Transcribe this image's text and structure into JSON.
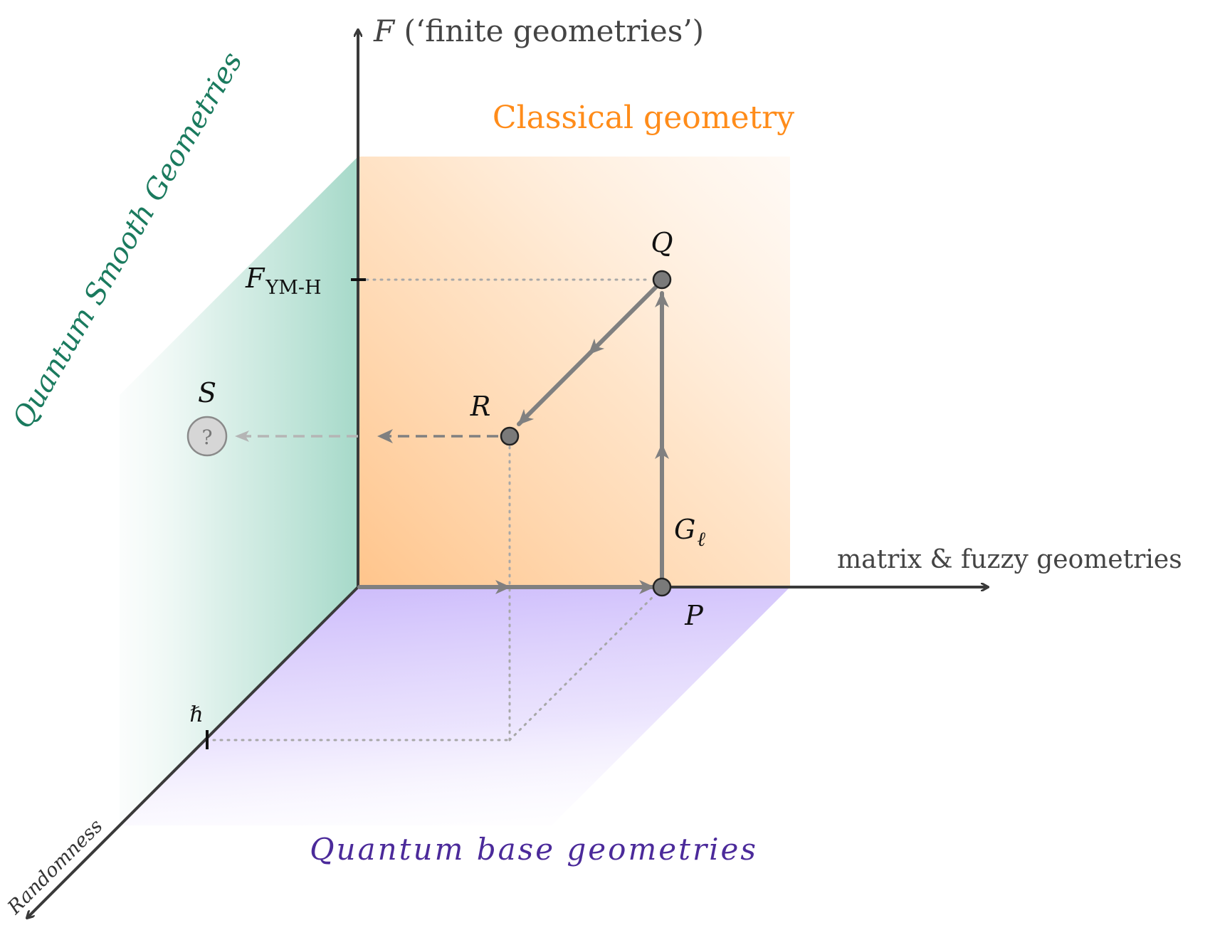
{
  "axes": {
    "vertical_label_var": "F",
    "vertical_label_text": " (‘finite geometries’)",
    "horizontal_label": "matrix & fuzzy geometries",
    "depth_label": "Randomness"
  },
  "regions": {
    "classical": "Classical geometry",
    "smooth": "Quantum Smooth Geometries",
    "base": "Quantum base geometries"
  },
  "ticks": {
    "f_ymh_var": "F",
    "f_ymh_sub": "YM-H",
    "hbar": "ℏ"
  },
  "points": {
    "P": "P",
    "Q": "Q",
    "R": "R",
    "S": "S",
    "S_mark": "?"
  },
  "edge_labels": {
    "G_var": "G",
    "G_sub": "ℓ"
  },
  "colors": {
    "axis": "#3a3a3a",
    "arrow": "#808080",
    "classical": "#ff8c1a",
    "smooth": "#1a7a5e",
    "base": "#4b2a9a",
    "point_fill": "#7a7a7a"
  }
}
